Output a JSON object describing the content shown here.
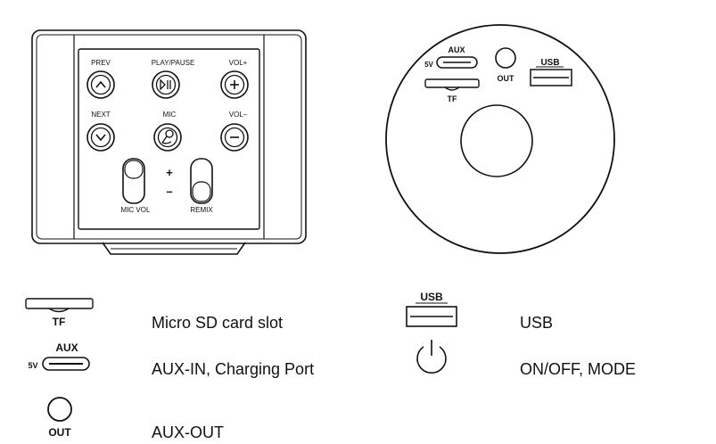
{
  "panel": {
    "prev": "PREV",
    "play_pause": "PLAY/PAUSE",
    "vol_up": "VOL+",
    "next": "NEXT",
    "mic": "MIC",
    "vol_down": "VOL–",
    "plus": "+",
    "minus": "–",
    "mic_vol": "MIC VOL",
    "remix": "REMIX"
  },
  "round_panel": {
    "aux": "AUX",
    "five_v": "5V",
    "out": "OUT",
    "usb": "USB",
    "tf": "TF"
  },
  "legend": {
    "tf_tag": "TF",
    "aux_tag": "AUX",
    "five_v_tag": "5V",
    "out_tag": "OUT",
    "usb_tag": "USB",
    "tf_desc": "Micro SD card slot",
    "aux_desc": "AUX-IN, Charging Port",
    "out_desc": "AUX-OUT",
    "usb_desc": "USB",
    "power_desc": "ON/OFF, MODE"
  }
}
